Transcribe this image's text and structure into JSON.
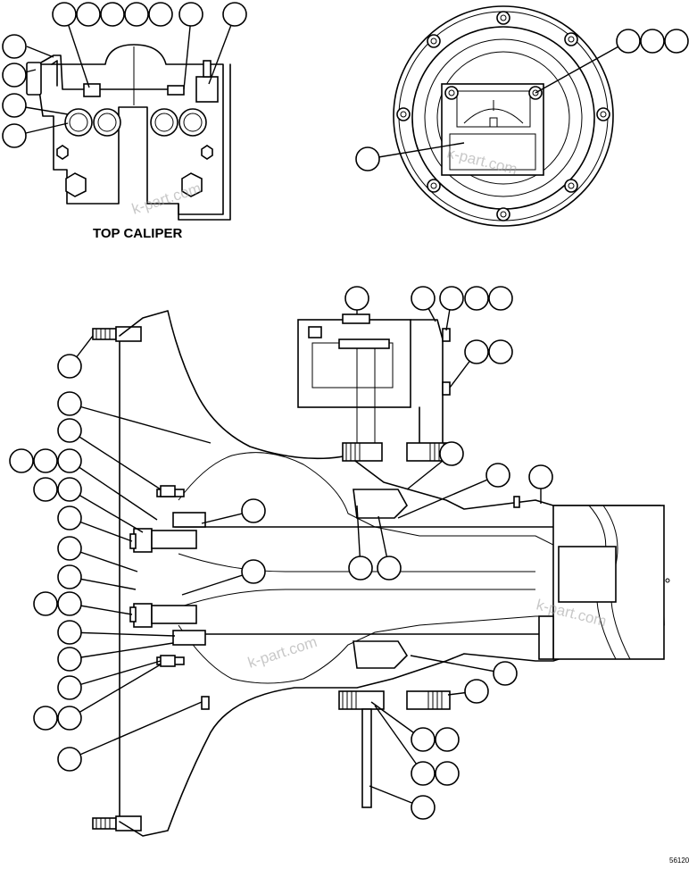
{
  "diagram": {
    "caption": "TOP CALIPER",
    "figure_number": "56120",
    "watermark": "k-part.com",
    "line_color": "#000000",
    "background_color": "#ffffff",
    "watermark_color": "#9a9a9a",
    "callout_label_count": 0
  }
}
